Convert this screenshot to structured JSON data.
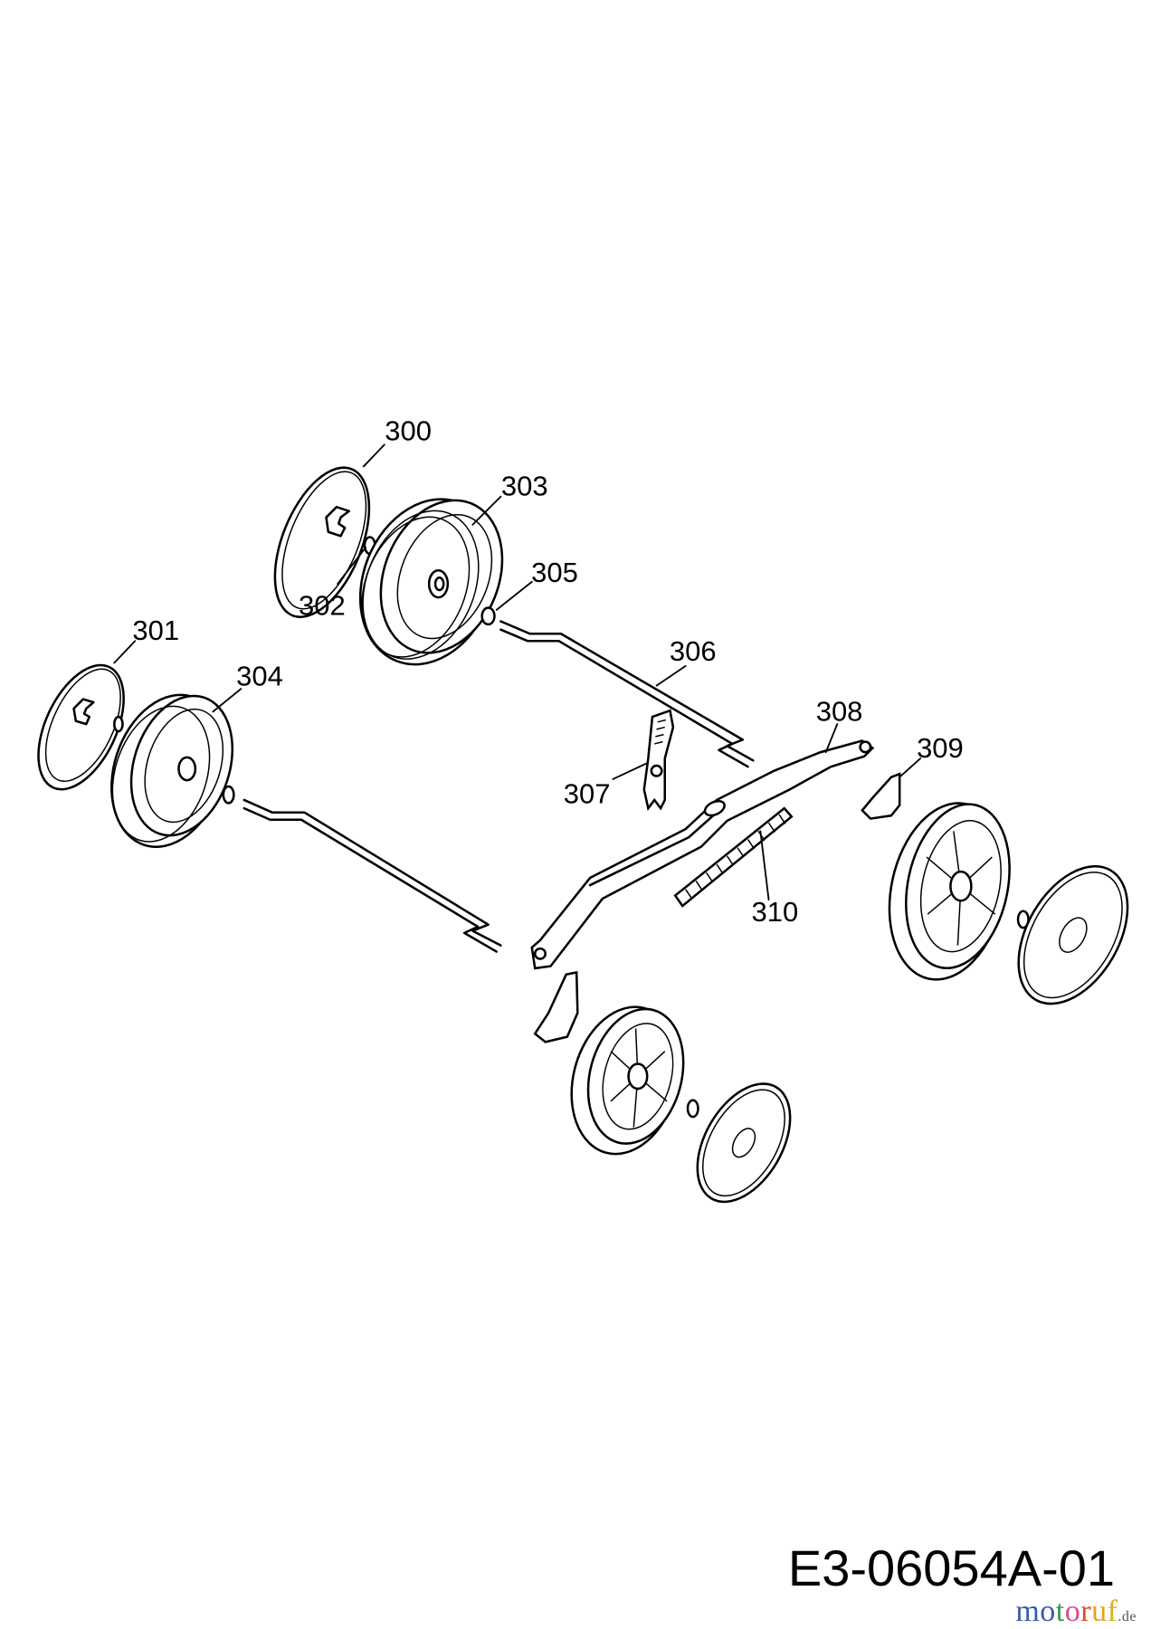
{
  "diagram": {
    "part_labels": [
      "300",
      "301",
      "302",
      "303",
      "304",
      "305",
      "306",
      "307",
      "308",
      "309",
      "310"
    ],
    "drawing_code": "E3-06054A-01",
    "watermark": {
      "letters": [
        "m",
        "o",
        "t",
        "o",
        "r",
        "u",
        "f"
      ],
      "suffix": ".de",
      "colors": [
        "#3b5ba8",
        "#3b5ba8",
        "#3a9a4a",
        "#d84a8a",
        "#e04a2a",
        "#e8a020",
        "#d8b020"
      ]
    }
  }
}
